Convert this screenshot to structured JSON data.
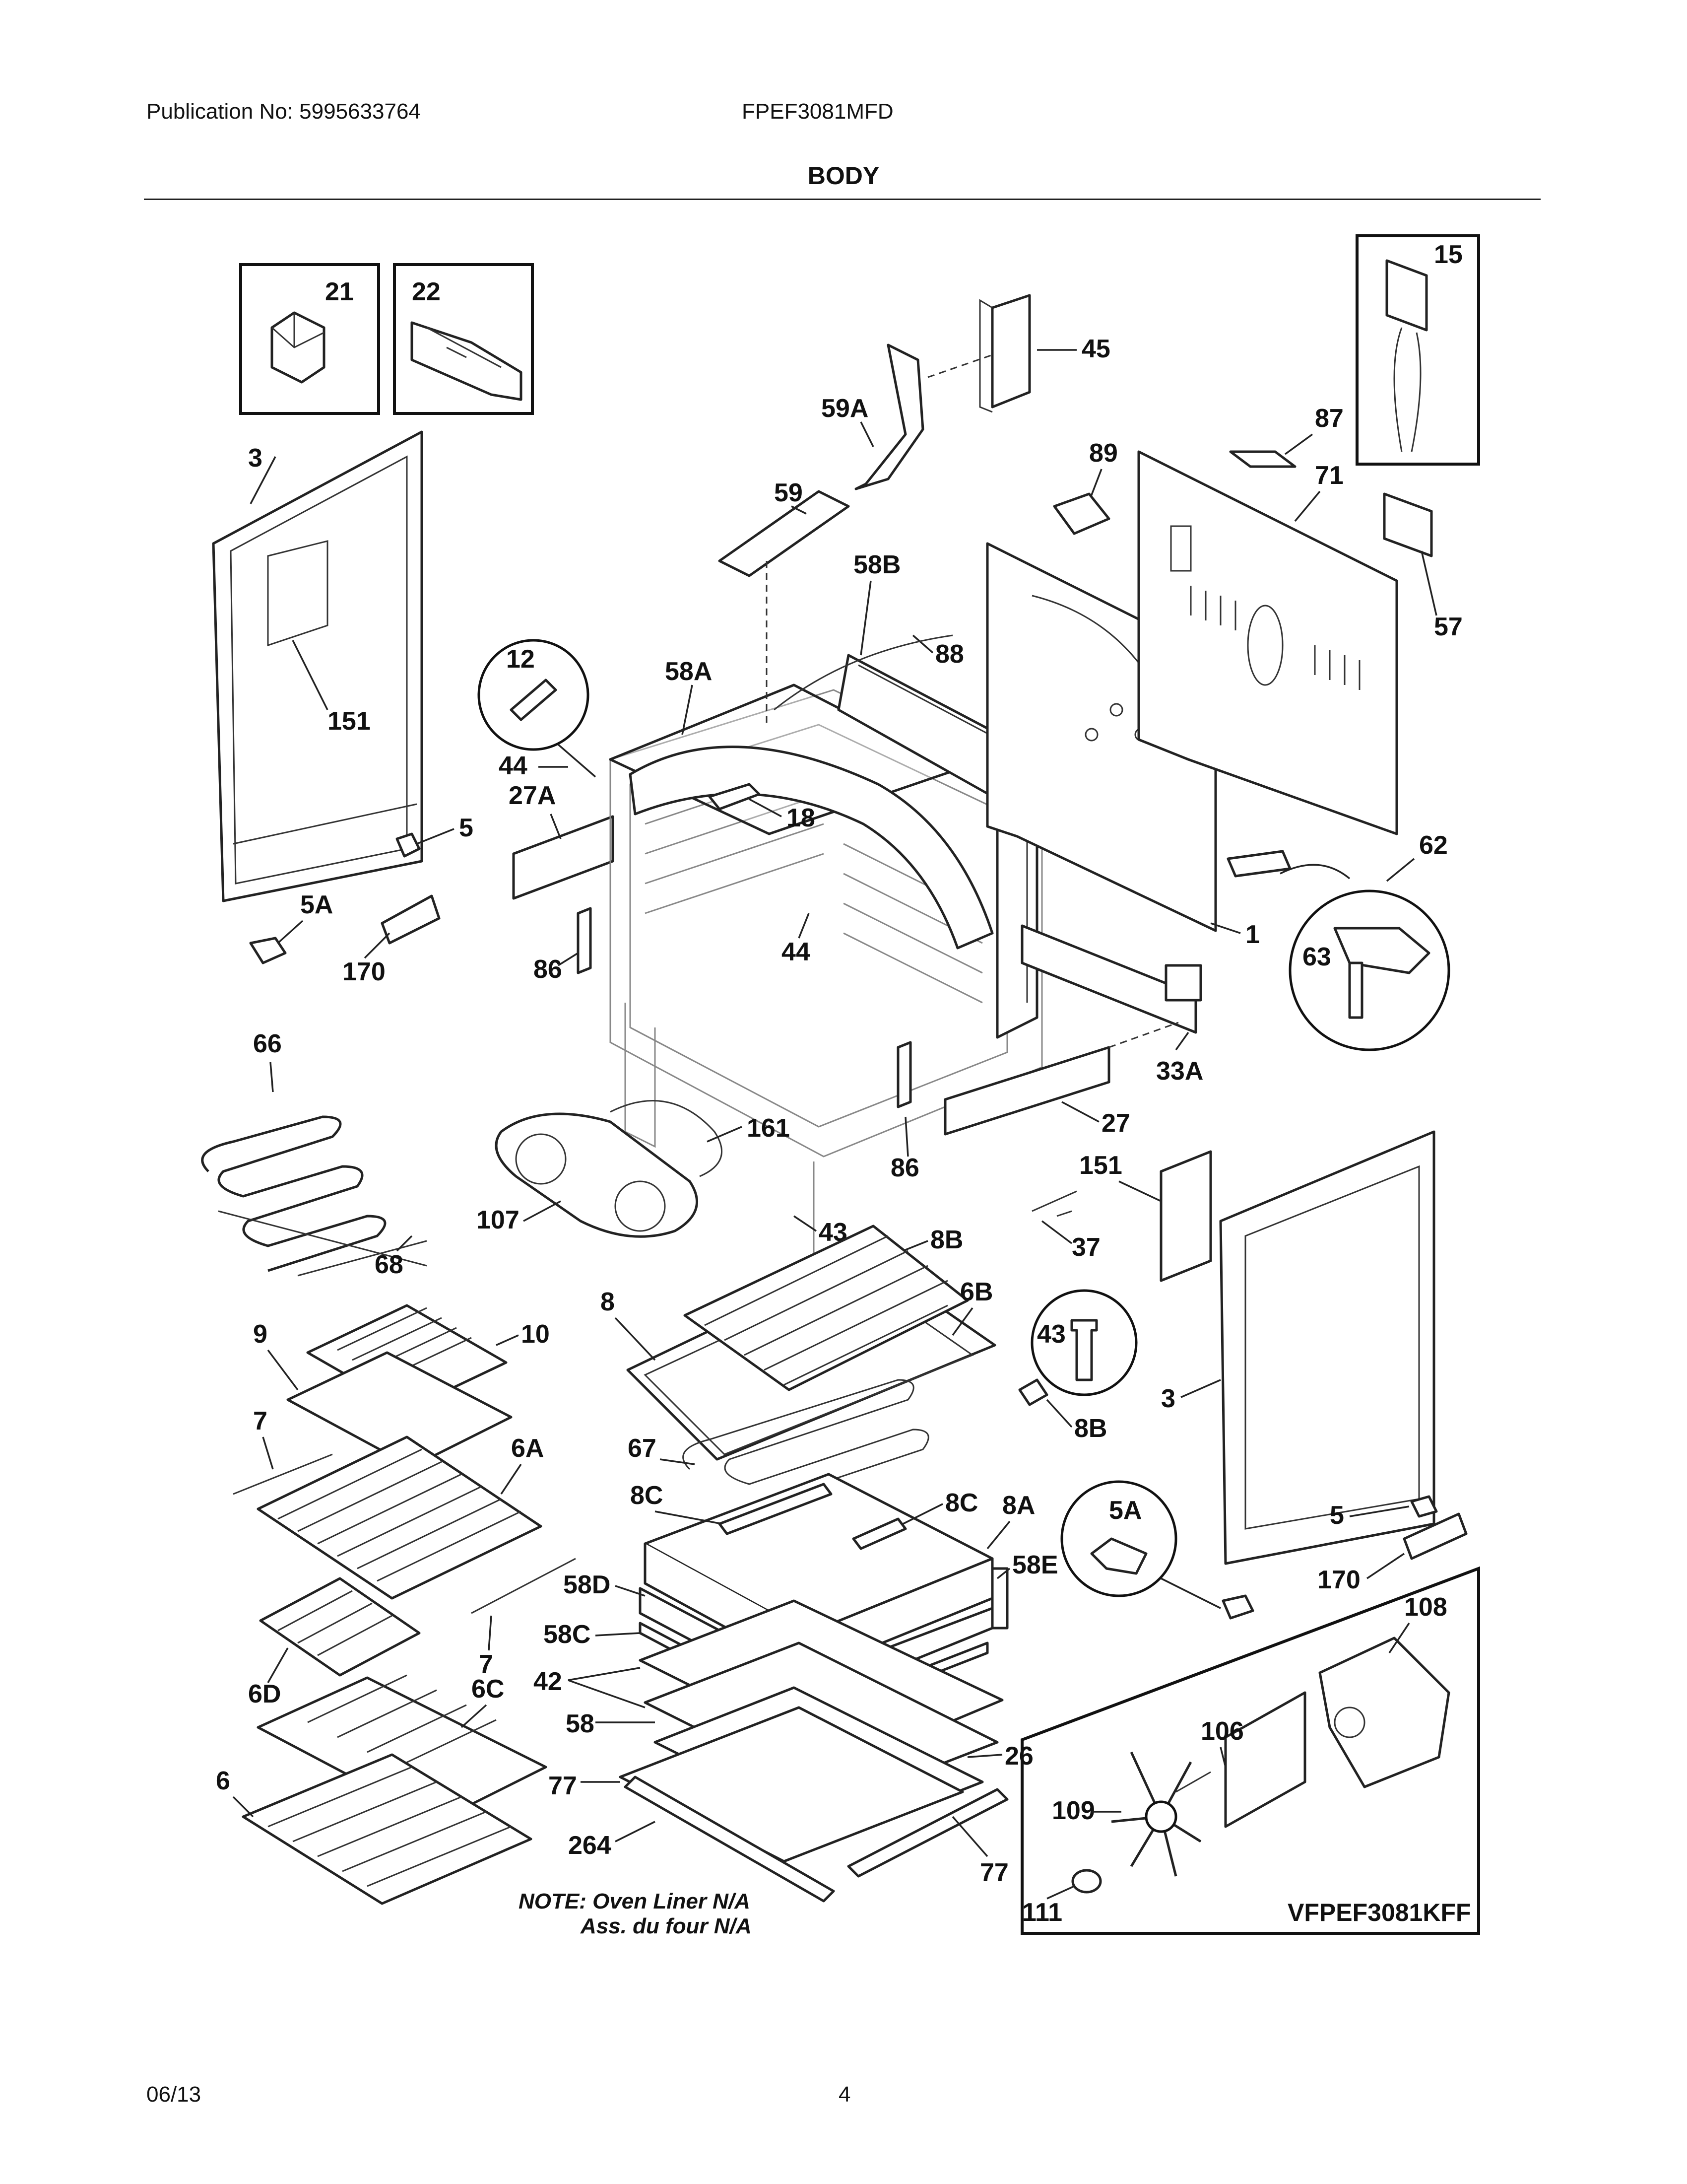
{
  "header": {
    "publication": "Publication No: 5995633764",
    "model": "FPEF3081MFD",
    "title": "BODY"
  },
  "footer": {
    "date": "06/13",
    "page": "4"
  },
  "note": {
    "line1": "NOTE: Oven Liner N/A",
    "line2": "Ass. du four N/A"
  },
  "inset_model": "VFPEF3081KFF",
  "callouts": {
    "c21": "21",
    "c22": "22",
    "c3a": "3",
    "c151a": "151",
    "c12": "12",
    "c44a": "44",
    "c27a": "27A",
    "c5a": "5",
    "c5aa": "5A",
    "c170a": "170",
    "c86a": "86",
    "c58a": "58A",
    "c18": "18",
    "c44b": "44",
    "c59": "59",
    "c59a": "59A",
    "c45": "45",
    "c58b": "58B",
    "c88": "88",
    "c89": "89",
    "c87": "87",
    "c71": "71",
    "c15": "15",
    "c57": "57",
    "c62": "62",
    "c1": "1",
    "c63": "63",
    "c33a": "33A",
    "c27": "27",
    "c86b": "86",
    "c66": "66",
    "c161": "161",
    "c107": "107",
    "c68": "68",
    "c43a": "43",
    "c8ba": "8B",
    "c151b": "151",
    "c37": "37",
    "c8": "8",
    "c6b": "6B",
    "c43b": "43",
    "c8bb": "8B",
    "c9": "9",
    "c10": "10",
    "c7a": "7",
    "c6a": "6A",
    "c67": "67",
    "c8ca": "8C",
    "c8cb": "8C",
    "c8a": "8A",
    "c58e": "58E",
    "c58d": "58D",
    "c58c": "58C",
    "c42": "42",
    "c58": "58",
    "c77a": "77",
    "c26": "26",
    "c264": "264",
    "c77b": "77",
    "c7b": "7",
    "c6d": "6D",
    "c6c": "6C",
    "c6": "6",
    "c3b": "3",
    "c5b": "5",
    "c5ab": "5A",
    "c170b": "170",
    "c108": "108",
    "c106": "106",
    "c109": "109",
    "c111": "111"
  }
}
